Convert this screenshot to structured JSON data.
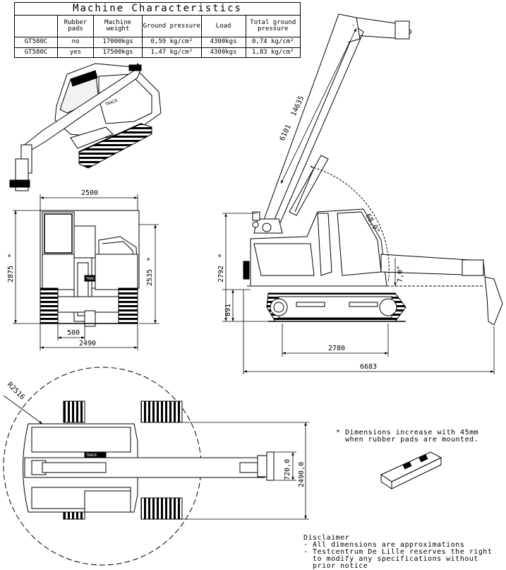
{
  "table": {
    "title": "Machine Characteristics",
    "headers": [
      "",
      "Rubber pads",
      "Machine weight",
      "Ground pressure",
      "Load",
      "Total ground pressure"
    ],
    "rows": [
      [
        "GT580C",
        "no",
        "17000kgs",
        "0,59 kg/cm²",
        "4300kgs",
        "0,74 kg/cm²"
      ],
      [
        "GT580C",
        "yes",
        "17500kgs",
        "1,47 kg/cm²",
        "4300kgs",
        "1,83 kg/cm²"
      ]
    ]
  },
  "dimensions": {
    "front_width": "2500",
    "front_height": "2875",
    "front_height_mark": "*",
    "front_cab_height": "2535",
    "front_cab_mark": "*",
    "front_track_width": "500",
    "front_base_width": "2490",
    "boom_length_min": "6101",
    "boom_length_max": "14635",
    "boom_angle": "68,0°",
    "boom_down_angle": "7,0°",
    "side_height": "2792",
    "side_height_mark": "*",
    "side_clearance": "891",
    "side_track_length": "2780",
    "side_total_length": "6683",
    "top_swing_radius": "R2516",
    "top_width": "2490,0",
    "top_boom_width": "720,0"
  },
  "labels": {
    "brand_front": "TRACK",
    "brand_top": "TRACK"
  },
  "notes": {
    "rubber": "* Dimensions increase with 45mm\n  when rubber pads are mounted.",
    "disclaimer": "Disclaimer\n- All dimensions are approximations\n- Testcentrum De Lille reserves the right\n  to modify any specifications without\n  prior notice"
  }
}
